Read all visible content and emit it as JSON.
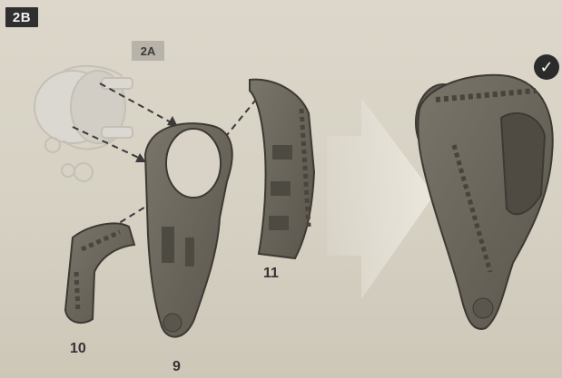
{
  "step": {
    "label": "2B"
  },
  "reference": {
    "label": "2A"
  },
  "parts": [
    {
      "number": "10"
    },
    {
      "number": "9"
    },
    {
      "number": "11"
    }
  ],
  "status": {
    "icon": "checkmark-icon"
  },
  "colors": {
    "part": "#6a665c",
    "ghost": "#d5d2ca",
    "arrow": "#e7e3da",
    "badge": "#2f2f2f"
  }
}
